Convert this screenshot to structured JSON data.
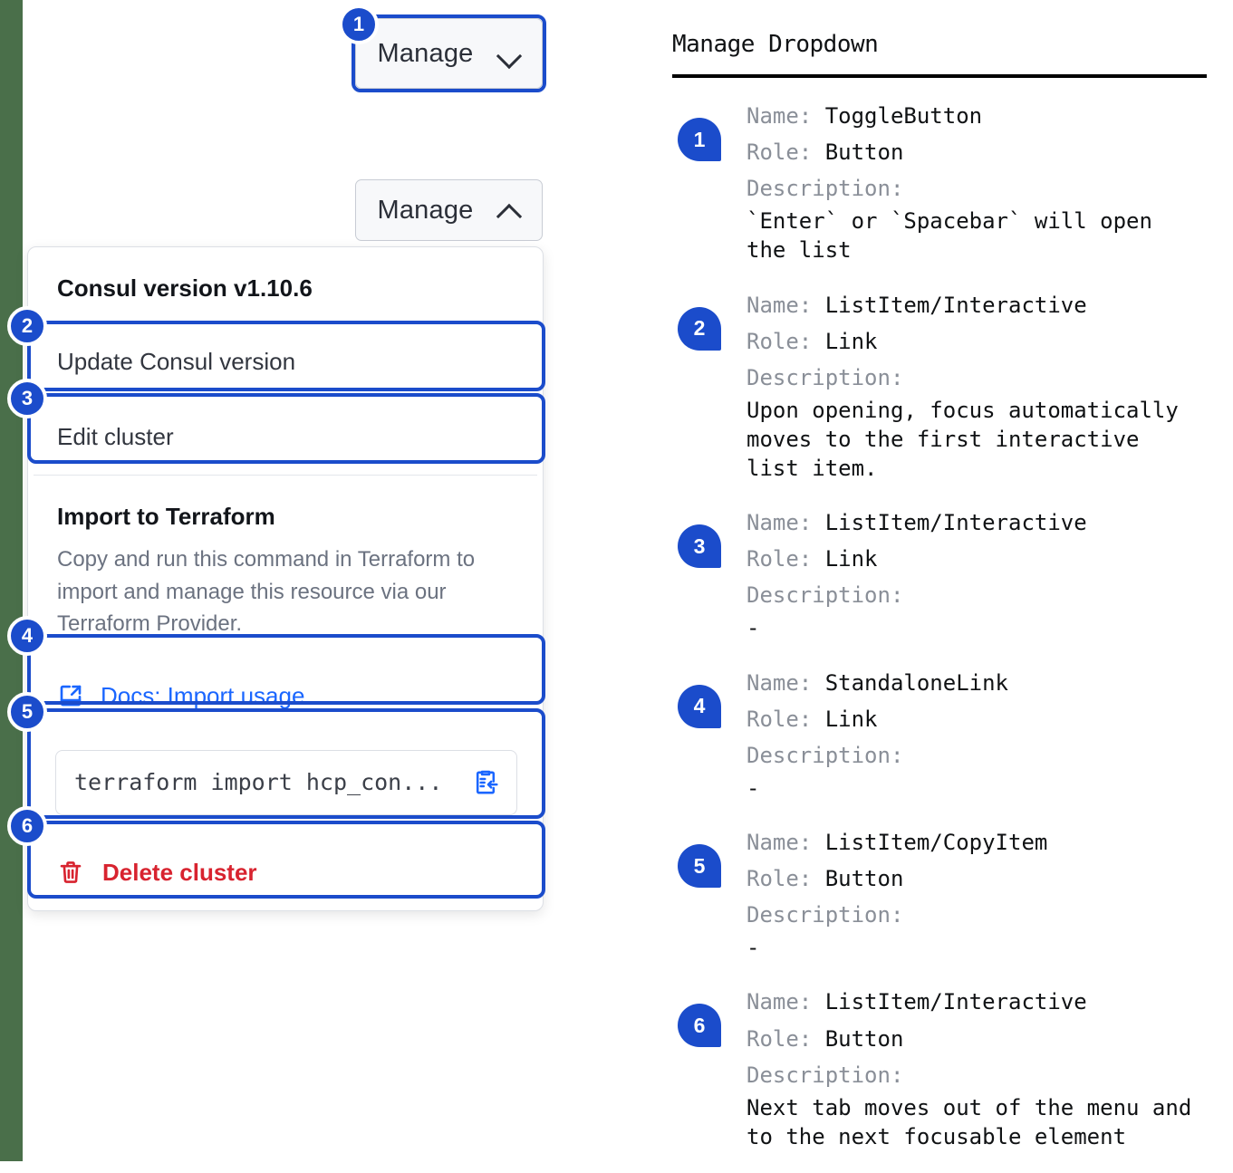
{
  "left_panel": {
    "page_edge_color": "#4a6f4a",
    "collapsed_button": {
      "label": "Manage",
      "chevron": "chevron-down-icon"
    },
    "expanded_button": {
      "label": "Manage",
      "chevron": "chevron-up-icon"
    },
    "dropdown": {
      "version_heading": "Consul version v1.10.6",
      "update_item": "Update Consul version",
      "edit_item": "Edit cluster",
      "terraform_title": "Import to Terraform",
      "terraform_body": "Copy and run this command in Terraform to import and manage this resource via our Terraform Provider.",
      "docs_link": "Docs: Import usage",
      "docs_icon": "docs-external-link-icon",
      "command_value": "terraform import hcp_con...",
      "copy_icon": "copy-to-clipboard-icon",
      "delete_item": "Delete cluster",
      "delete_icon": "trash-icon"
    },
    "annotation_badges": [
      "1",
      "2",
      "3",
      "4",
      "5",
      "6"
    ]
  },
  "right_panel": {
    "title": "Manage Dropdown",
    "labels": {
      "name": "Name:",
      "role": "Role:",
      "description": "Description:"
    },
    "items": [
      {
        "number": "1",
        "name": "ToggleButton",
        "role": "Button",
        "description": "`Enter` or `Spacebar` will open\nthe list"
      },
      {
        "number": "2",
        "name": "ListItem/Interactive",
        "role": "Link",
        "description": "Upon opening, focus automatically\nmoves to the first interactive\nlist item."
      },
      {
        "number": "3",
        "name": "ListItem/Interactive",
        "role": "Link",
        "description": "-"
      },
      {
        "number": "4",
        "name": "StandaloneLink",
        "role": "Link",
        "description": "-"
      },
      {
        "number": "5",
        "name": "ListItem/CopyItem",
        "role": "Button",
        "description": "-"
      },
      {
        "number": "6",
        "name": "ListItem/Interactive",
        "role": "Button",
        "description": "Next tab moves out of the menu and\nto the next focusable element"
      }
    ]
  },
  "colors": {
    "accent_blue": "#1b4ccb",
    "link_blue": "#1a66ff",
    "danger_red": "#d8232f",
    "muted_gray": "#6b7280"
  }
}
